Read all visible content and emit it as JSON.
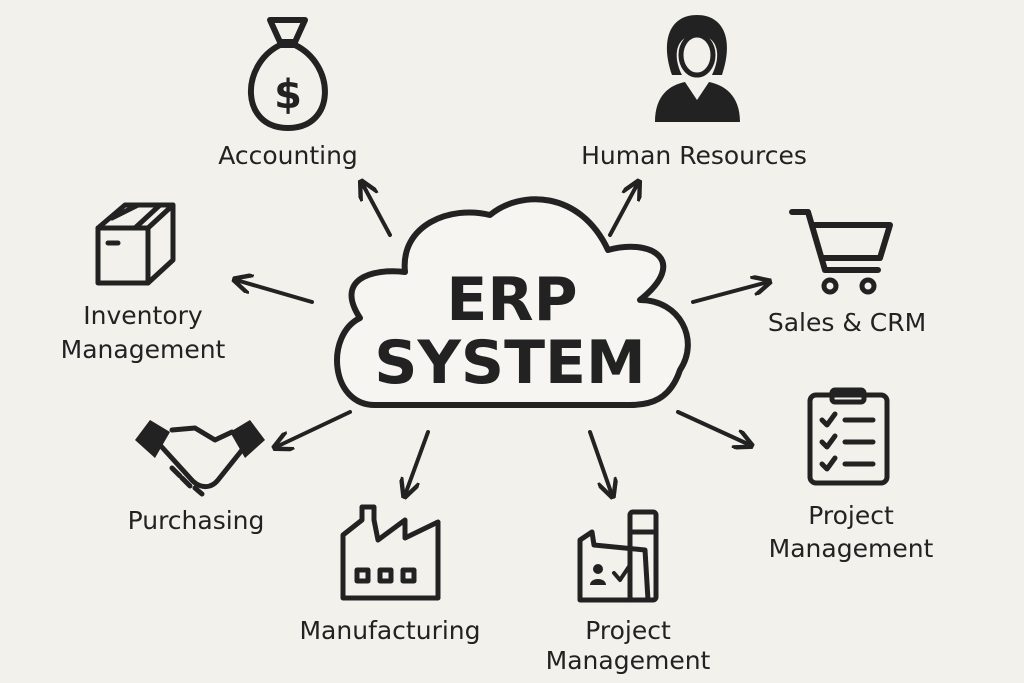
{
  "center": {
    "line1": "ERP",
    "line2": "SYSTEM"
  },
  "modules": {
    "accounting": {
      "label": "Accounting",
      "icon": "money-bag-icon"
    },
    "hr": {
      "label": "Human Resources",
      "icon": "person-icon"
    },
    "inventory": {
      "line1": "Inventory",
      "line2": "Management",
      "icon": "box-icon"
    },
    "sales": {
      "label": "Sales & CRM",
      "icon": "shopping-cart-icon"
    },
    "purchasing": {
      "label": "Purchasing",
      "icon": "handshake-icon"
    },
    "manufacturing": {
      "label": "Manufacturing",
      "icon": "factory-icon"
    },
    "project_bottom": {
      "line1": "Project",
      "line2": "Management",
      "icon": "project-board-icon"
    },
    "project_right": {
      "line1": "Project",
      "line2": "Management",
      "icon": "clipboard-checklist-icon"
    }
  },
  "colors": {
    "background": "#f3f1ec",
    "ink": "#222222"
  }
}
